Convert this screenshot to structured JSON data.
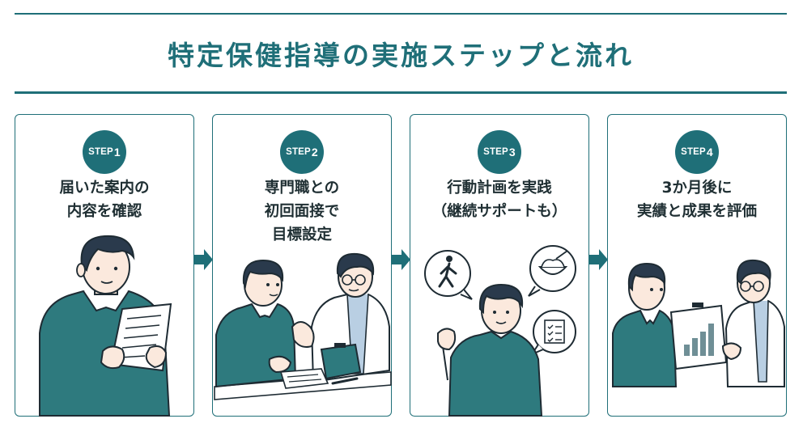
{
  "title": "特定保健指導の実施ステップと流れ",
  "colors": {
    "accent": "#1f6f78",
    "sweater": "#2e7a7e",
    "hair": "#2a3a4c",
    "skin": "#fbe9dd",
    "line": "#1e2b33"
  },
  "steps": [
    {
      "step": "STEP",
      "num": "1",
      "lines": [
        "届いた案内の",
        "内容を確認"
      ],
      "icons": [
        "person-reading-icon",
        "document-icon"
      ]
    },
    {
      "step": "STEP",
      "num": "2",
      "lines": [
        "専門職との",
        "初回面接で",
        "目標設定"
      ],
      "icons": [
        "client-icon",
        "health-professional-icon",
        "clipboard-icon",
        "pen-icon"
      ]
    },
    {
      "step": "STEP",
      "num": "3",
      "lines": [
        "行動計画を実践",
        "（継続サポートも）"
      ],
      "icons": [
        "walking-icon",
        "meal-bowl-icon",
        "checklist-icon",
        "motivated-person-icon"
      ]
    },
    {
      "step": "STEP",
      "num": "4",
      "lines": [
        "3か月後に",
        "実績と成果を評価"
      ],
      "icons": [
        "client-icon",
        "health-professional-icon",
        "bar-chart-icon"
      ]
    }
  ]
}
